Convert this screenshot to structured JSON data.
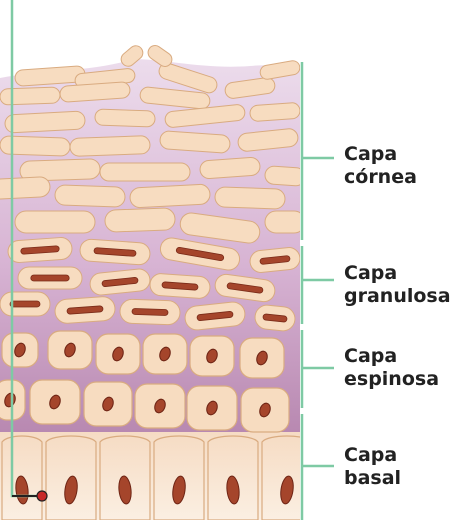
{
  "layers": [
    {
      "id": "cornea",
      "label_line1": "Capa",
      "label_line2": "córnea"
    },
    {
      "id": "granulosa",
      "label_line1": "Capa",
      "label_line2": "granulosa"
    },
    {
      "id": "espinosa",
      "label_line1": "Capa",
      "label_line2": "espinosa"
    },
    {
      "id": "basal",
      "label_line1": "Capa",
      "label_line2": "basal"
    }
  ],
  "colors": {
    "bracket": "#7ecaa4",
    "cell_fill": "#f7dcc0",
    "cell_edge": "#d9ab80",
    "nucleus": "#a5452b",
    "tissue_top": "#ead7ea",
    "tissue_bottom": "#b07aa8",
    "pointer": "#222222",
    "pointer_dot": "#c62828"
  }
}
